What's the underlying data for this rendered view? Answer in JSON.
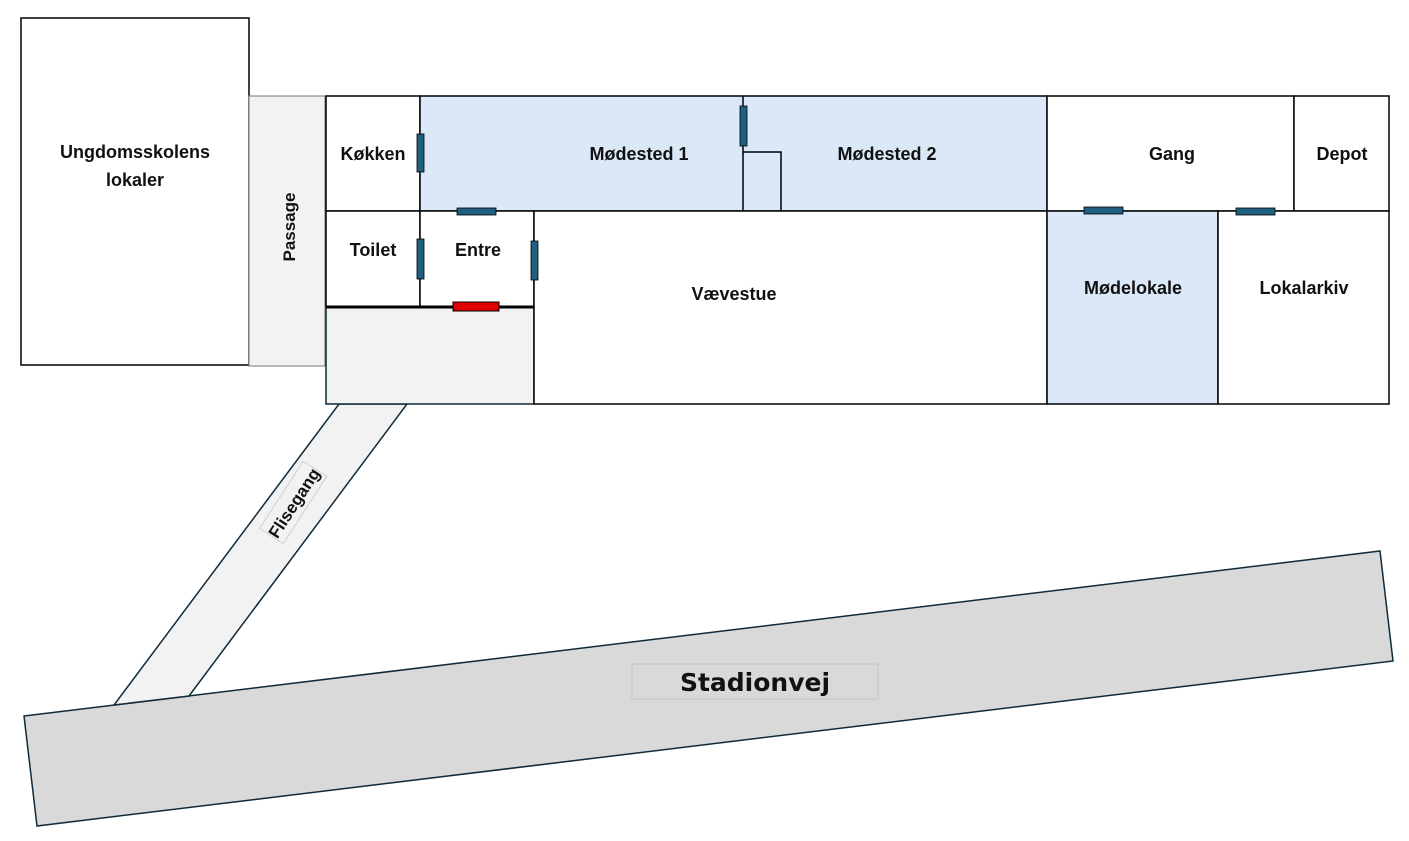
{
  "colors": {
    "room_fill": "#ffffff",
    "meeting_fill": "#dae8f7",
    "passage_fill": "#f2f2f2",
    "road_fill": "#d9d9d9",
    "wall_stroke": "#000000",
    "road_stroke": "#0f2a3a",
    "door_fill": "#1f5f82",
    "main_door_fill": "#e00000"
  },
  "rooms": {
    "ungdomsskolen_line1": "Ungdomsskolens",
    "ungdomsskolen_line2": "lokaler",
    "passage": "Passage",
    "kokken": "Køkken",
    "modested1": "Mødested 1",
    "modested2": "Mødested 2",
    "gang": "Gang",
    "depot": "Depot",
    "toilet": "Toilet",
    "entre": "Entre",
    "vaevestue": "Vævestue",
    "modelokale": "Mødelokale",
    "lokalarkiv": "Lokalarkiv"
  },
  "paths": {
    "flisegang": "Flisegang"
  },
  "streets": {
    "stadionvej": "Stadionvej"
  }
}
